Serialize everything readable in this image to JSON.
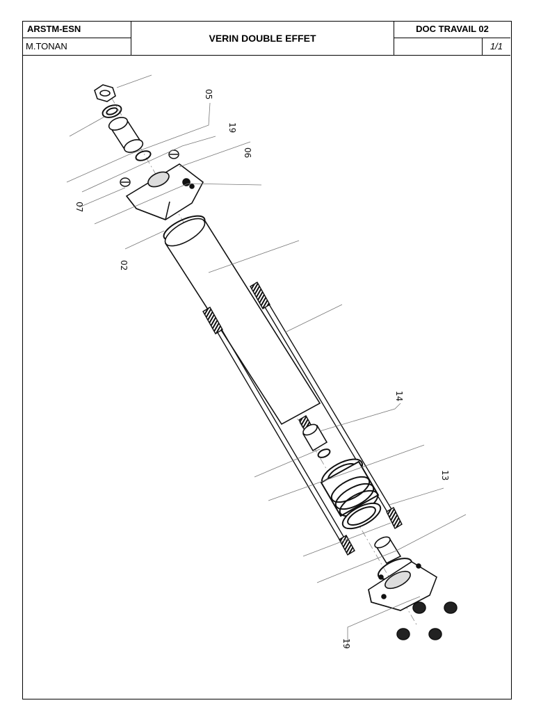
{
  "header": {
    "school": "ARSTM-ESN",
    "author": "M.TONAN",
    "title": "VERIN DOUBLE EFFET",
    "doc_ref": "DOC TRAVAIL 02",
    "page": "1/1"
  },
  "drawing": {
    "part_labels": [
      "05",
      "19",
      "06",
      "07",
      "02",
      "14",
      "13",
      "19"
    ]
  }
}
